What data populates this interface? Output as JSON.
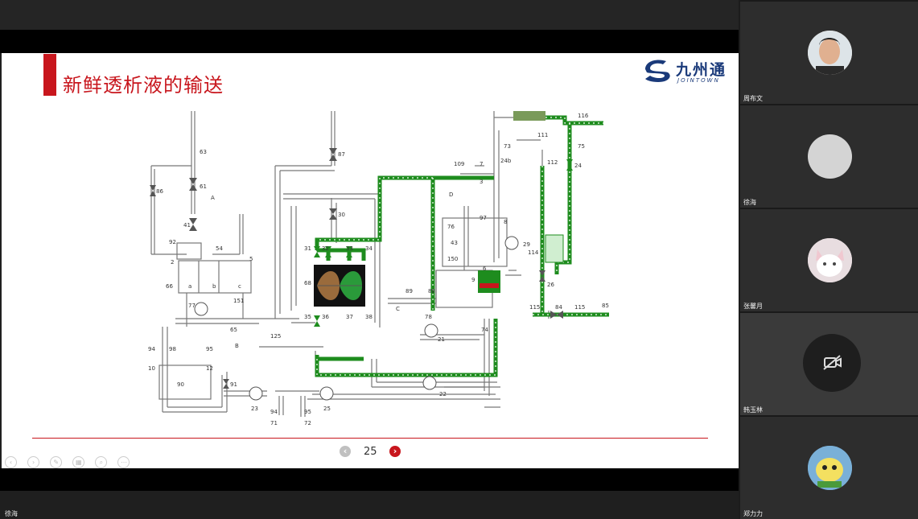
{
  "slide": {
    "title": "新鲜透析液的输送",
    "logo_cn": "九州通",
    "logo_en": "JOINTOWN",
    "page_number": "25"
  },
  "presenter_name": "徐海",
  "participants": [
    {
      "name": "周布文"
    },
    {
      "name": "徐海"
    },
    {
      "name": "张馨月"
    },
    {
      "name": "韩玉林",
      "camera_off": true
    },
    {
      "name": "郑力力"
    }
  ],
  "diagram_labels": {
    "n63": "63",
    "n86": "86",
    "n61": "61",
    "A": "A",
    "n41": "41",
    "n92": "92",
    "n2": "2",
    "n54": "54",
    "n5": "5",
    "n66": "66",
    "a": "a",
    "b": "b",
    "c": "c",
    "n77": "77",
    "n151": "151",
    "n65": "65",
    "B": "B",
    "n94": "94",
    "n98": "98",
    "n95": "95",
    "n10": "10",
    "n12": "12",
    "n90": "90",
    "n91": "91",
    "n23": "23",
    "n25": "25",
    "n71": "71",
    "n72": "72",
    "n87": "87",
    "n30": "30",
    "n31": "31",
    "n32": "32",
    "n33": "33",
    "n34": "34",
    "n68": "68",
    "n35": "35",
    "n36": "36",
    "n37": "37",
    "n38": "38",
    "n125": "125",
    "n89": "89",
    "n88": "88",
    "C": "C",
    "n78": "78",
    "n21": "21",
    "n22": "22",
    "n109": "109",
    "n7": "7",
    "n3": "3",
    "D": "D",
    "n97": "97",
    "n8": "8",
    "n76": "76",
    "n43": "43",
    "n150": "150",
    "n6": "6",
    "n9": "9",
    "n73": "73",
    "n24b": "24b",
    "n111": "111",
    "n112": "112",
    "n116": "116",
    "n75": "75",
    "n24": "24",
    "n29": "29",
    "n114": "114",
    "n26": "26",
    "n74": "74",
    "n115": "115",
    "n84": "84",
    "n85": "85"
  },
  "colors": {
    "accent_red": "#c8161d",
    "flow_green": "#1e8c1e",
    "logo_blue": "#1a3a7a",
    "pump_brown": "#9a6b3c"
  }
}
